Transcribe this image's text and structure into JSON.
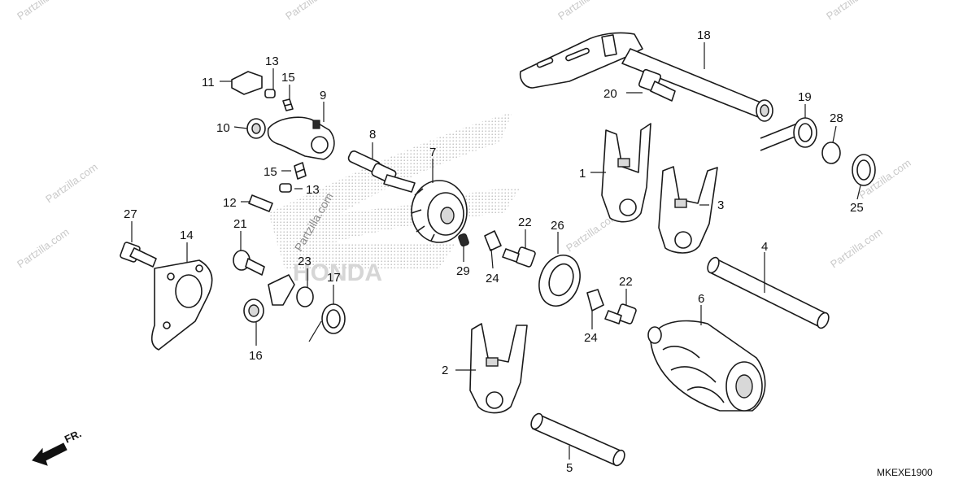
{
  "watermark": {
    "site_text": "Partzilla.com",
    "brand_text": "HONDA"
  },
  "callouts": [
    "1",
    "2",
    "3",
    "4",
    "5",
    "6",
    "7",
    "8",
    "9",
    "10",
    "11",
    "12",
    "13",
    "13",
    "14",
    "15",
    "15",
    "16",
    "17",
    "18",
    "19",
    "20",
    "21",
    "22",
    "22",
    "23",
    "24",
    "24",
    "25",
    "26",
    "27",
    "28",
    "29"
  ],
  "direction_label": "FR.",
  "diagram_code": "MKEXE1900"
}
